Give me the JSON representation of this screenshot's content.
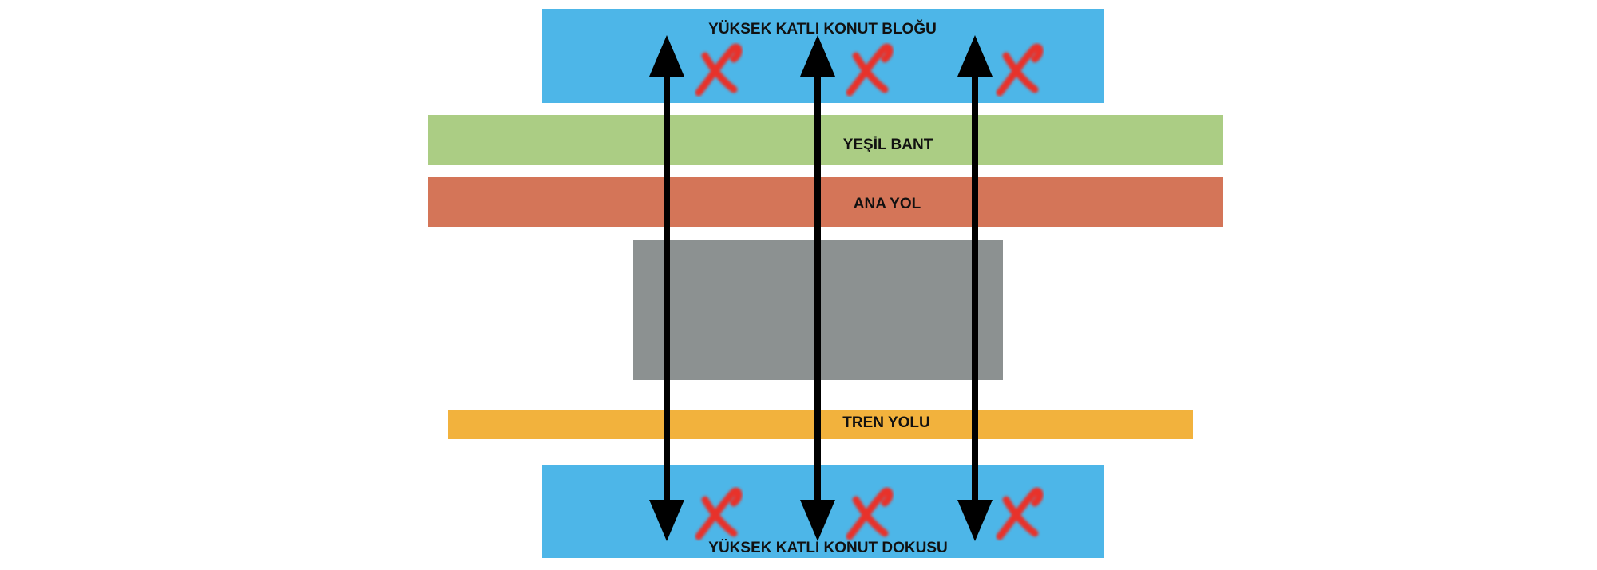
{
  "colors": {
    "block": "#4db6e8",
    "green_band": "#abcd84",
    "main_road": "#d47558",
    "gray_area": "#8c9191",
    "railway": "#f2b23d",
    "arrow": "#000000",
    "cross": "#e8302a"
  },
  "labels": {
    "top_block": "YÜKSEK KATLI KONUT BLOĞU",
    "green_band": "YEŞİL BANT",
    "main_road": "ANA YOL",
    "railway": "TREN YOLU",
    "bottom_block": "YÜKSEK KATLI KONUT DOKUSU"
  },
  "icons": {
    "arrow": "double-headed-vertical-arrow",
    "cross": "red-x-mark"
  }
}
